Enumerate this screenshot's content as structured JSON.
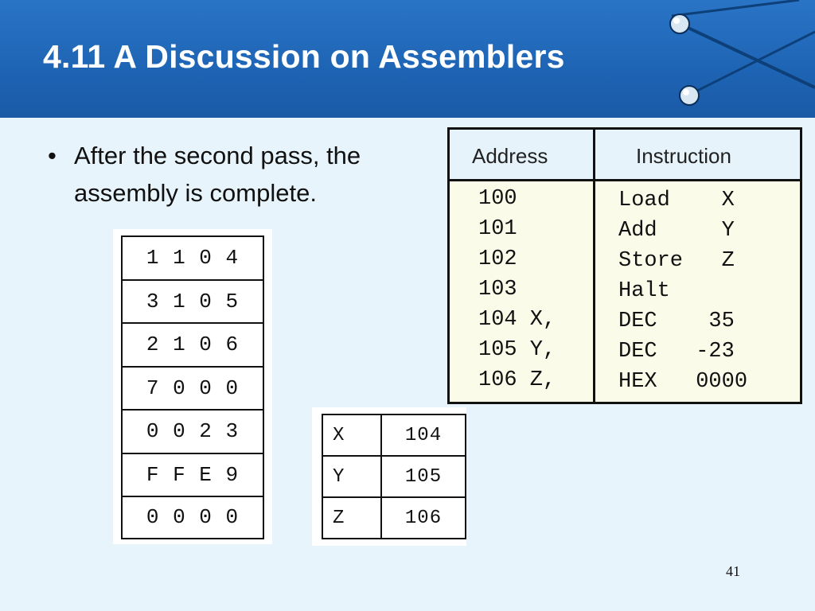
{
  "slide": {
    "title": "4.11 A Discussion on Assemblers",
    "bullet_marker": "•",
    "bullet_text": "After the second pass, the assembly is complete.",
    "page_number": "41"
  },
  "memory": {
    "cells": [
      "1 1 0 4",
      "3 1 0 5",
      "2 1 0 6",
      "7 0 0 0",
      "0 0 2 3",
      "F F E 9",
      "0 0 0 0"
    ]
  },
  "program": {
    "headers": {
      "address": "Address",
      "instruction": "Instruction"
    },
    "rows": [
      {
        "address": "100",
        "instruction": "Load    X"
      },
      {
        "address": "101",
        "instruction": "Add     Y"
      },
      {
        "address": "102",
        "instruction": "Store   Z"
      },
      {
        "address": "103",
        "instruction": "Halt"
      },
      {
        "address": "104 X,",
        "instruction": "DEC    35"
      },
      {
        "address": "105 Y,",
        "instruction": "DEC   -23"
      },
      {
        "address": "106 Z,",
        "instruction": "HEX   0000"
      }
    ]
  },
  "symbol_table": {
    "rows": [
      {
        "symbol": "X",
        "address": "104"
      },
      {
        "symbol": "Y",
        "address": "105"
      },
      {
        "symbol": "Z",
        "address": "106"
      }
    ]
  },
  "colors": {
    "header_blue": "#1e64b4",
    "background": "#e8f4fb",
    "table_fill": "#fbfbe9",
    "table_header_fill": "#e6f3fb"
  }
}
